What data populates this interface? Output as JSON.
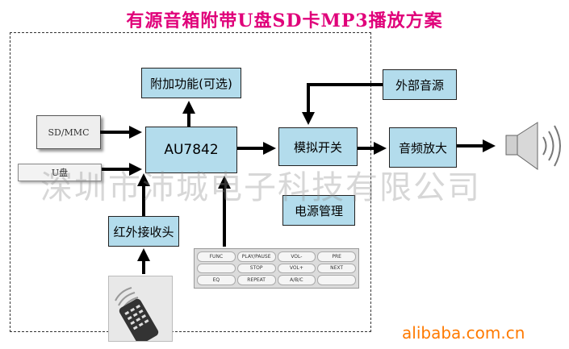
{
  "title": "有源音箱附带U盘SD卡MP3播放方案",
  "boxes": {
    "addon": "附加功能(可选)",
    "chip": "AU7842",
    "switch": "模拟开关",
    "external_audio": "外部音源",
    "amplifier": "音频放大",
    "power": "电源管理",
    "ir_receiver": "红外接收头"
  },
  "card_label": "SD/MMC",
  "usb_label": "U盘",
  "remote_keys": [
    "FUNC",
    "PLAY/PAUSE",
    "VOL-",
    "PRE",
    "",
    "STOP",
    "VOL+",
    "NEXT",
    "EQ",
    "REPEAT",
    "A/B/C",
    ""
  ],
  "watermark": "深圳市沛城电子科技有限公司",
  "brand": "alibaba.com.cn",
  "icons": [
    "speaker-icon",
    "remote-icon"
  ]
}
